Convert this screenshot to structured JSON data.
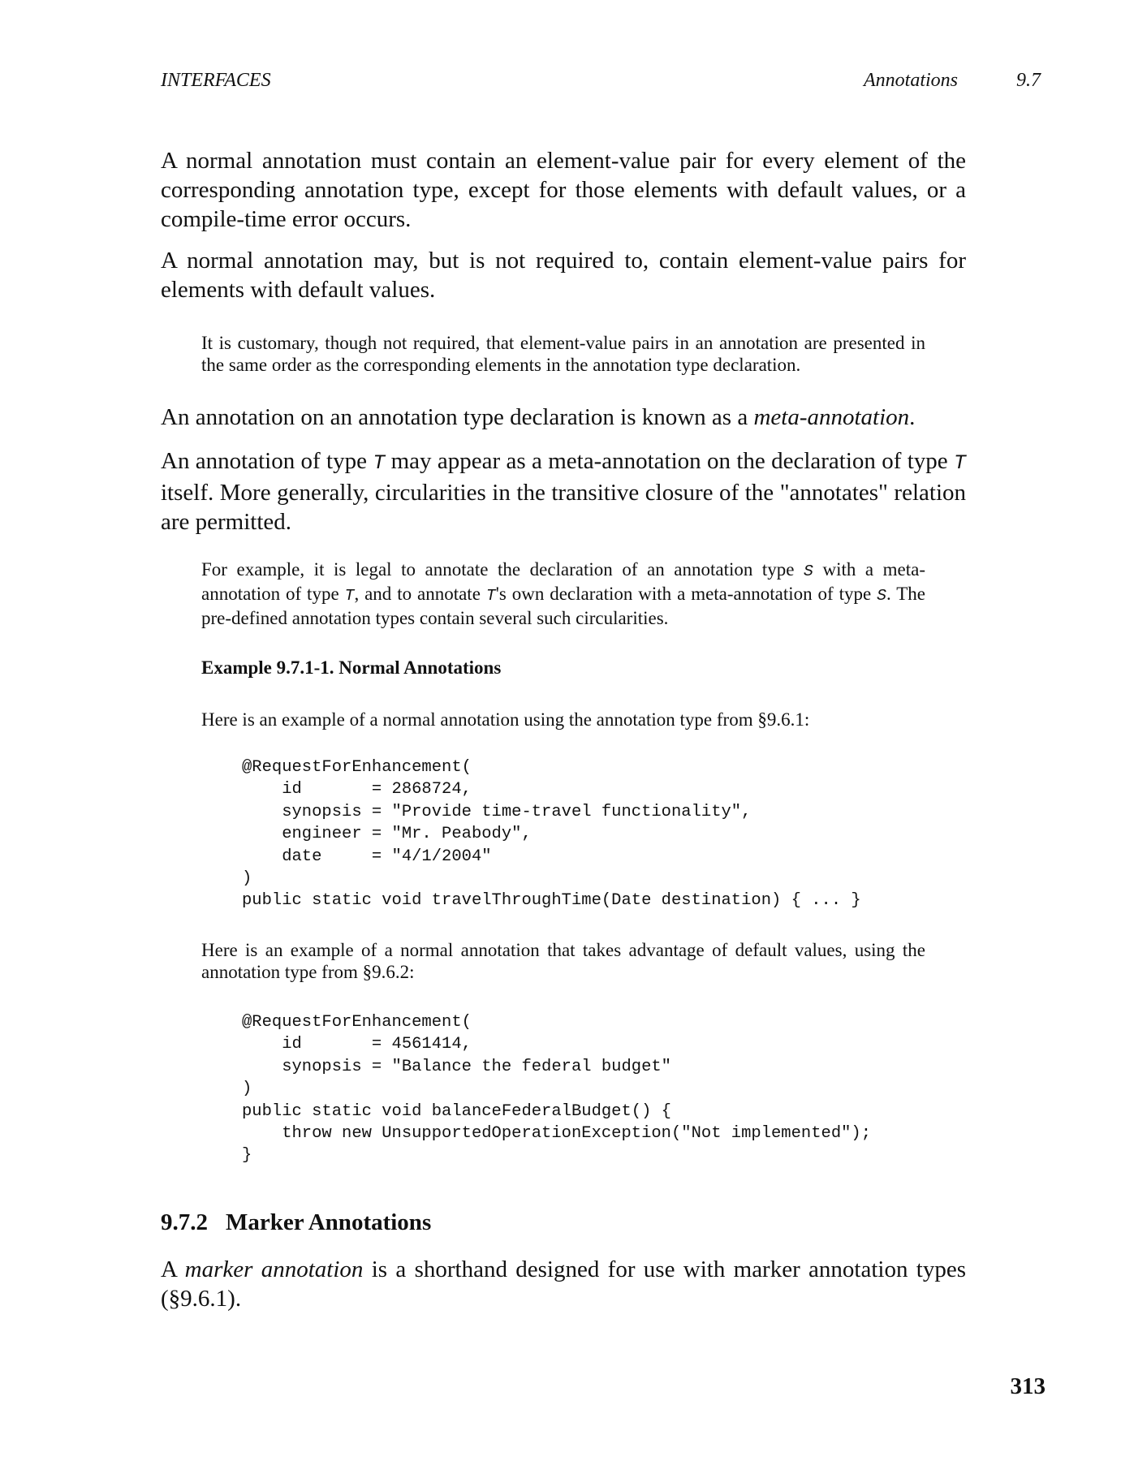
{
  "header": {
    "chapter": "INTERFACES",
    "section_title": "Annotations",
    "section_number": "9.7"
  },
  "body": {
    "p1": "A normal annotation must contain an element-value pair for every element of the corresponding annotation type, except for those elements with default values, or a compile-time error occurs.",
    "p2": "A normal annotation may, but is not required to, contain element-value pairs for elements with default values.",
    "note1": "It is customary, though not required, that element-value pairs in an annotation are presented in the same order as the corresponding elements in the annotation type declaration.",
    "p3": {
      "before": "An annotation on an annotation type declaration is known as a ",
      "term": "meta-annotation",
      "after": "."
    },
    "p4": {
      "a": "An annotation of type ",
      "t1": "T",
      "b": " may appear as a meta-annotation on the declaration of type ",
      "t2": "T",
      "c": " itself. More generally, circularities in the transitive closure of the \"annotates\" relation are permitted."
    },
    "note2": {
      "a": "For example, it is legal to annotate the declaration of an annotation type ",
      "s1": "S",
      "b": " with a meta-annotation of type ",
      "t1": "T",
      "c": ", and to annotate ",
      "t2": "T",
      "d": "'s own declaration with a meta-annotation of type ",
      "s2": "S",
      "e": ". The pre-defined annotation types contain several such circularities."
    },
    "example_title": "Example 9.7.1-1. Normal Annotations",
    "ex_intro1": "Here is an example of a normal annotation using the annotation type from §9.6.1:",
    "code1": "@RequestForEnhancement(\n    id       = 2868724,\n    synopsis = \"Provide time-travel functionality\",\n    engineer = \"Mr. Peabody\",\n    date     = \"4/1/2004\"\n)\npublic static void travelThroughTime(Date destination) { ... }",
    "ex_intro2": "Here is an example of a normal annotation that takes advantage of default values, using the annotation type from §9.6.2:",
    "code2": "@RequestForEnhancement(\n    id       = 4561414,\n    synopsis = \"Balance the federal budget\"\n)\npublic static void balanceFederalBudget() {\n    throw new UnsupportedOperationException(\"Not implemented\");\n}",
    "section_number": "9.7.2",
    "section_title": "Marker Annotations",
    "p5": {
      "a": "A ",
      "term": "marker annotation",
      "b": " is a shorthand designed for use with marker annotation types (§9.6.1)."
    }
  },
  "footer": {
    "page_number": "313"
  }
}
